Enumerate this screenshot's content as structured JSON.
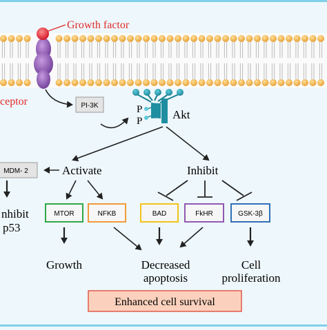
{
  "labels": {
    "growth_factor": "Growth factor",
    "receptor": "ceptor",
    "pi3k": "PI-3K",
    "akt": "Akt",
    "p1": "P",
    "p2": "P",
    "activate": "Activate",
    "inhibit": "Inhibit",
    "mdm2": "MDM- 2",
    "inhibit_p53_line1": "nhibit",
    "inhibit_p53_line2": "p53",
    "mtor": "MTOR",
    "nfkb": "NFKB",
    "bad": "BAD",
    "fkhr": "FkHR",
    "gsk3b": "GSK-3β",
    "growth": "Growth",
    "decreased": "Decreased",
    "apoptosis": "apoptosis",
    "cell": "Cell",
    "proliferation": "proliferation",
    "enhanced_survival": "Enhanced cell survival"
  },
  "colors": {
    "background": "#eef7fb",
    "membrane_fill": "#f6f6f6",
    "lipid_head": "#f2b44a",
    "growth_factor": "#e8303a",
    "receptor": "#8f59b3",
    "akt": "#1f8ea0",
    "red_text": "#e02a2a",
    "mtor_border": "#2fa84a",
    "nfkb_border": "#f29a3a",
    "bad_border": "#f2c318",
    "fkhr_border": "#8f59b3",
    "gsk_border": "#2f6fb8",
    "survival_fill": "#fbd1bd",
    "survival_border": "#e05a4a"
  }
}
